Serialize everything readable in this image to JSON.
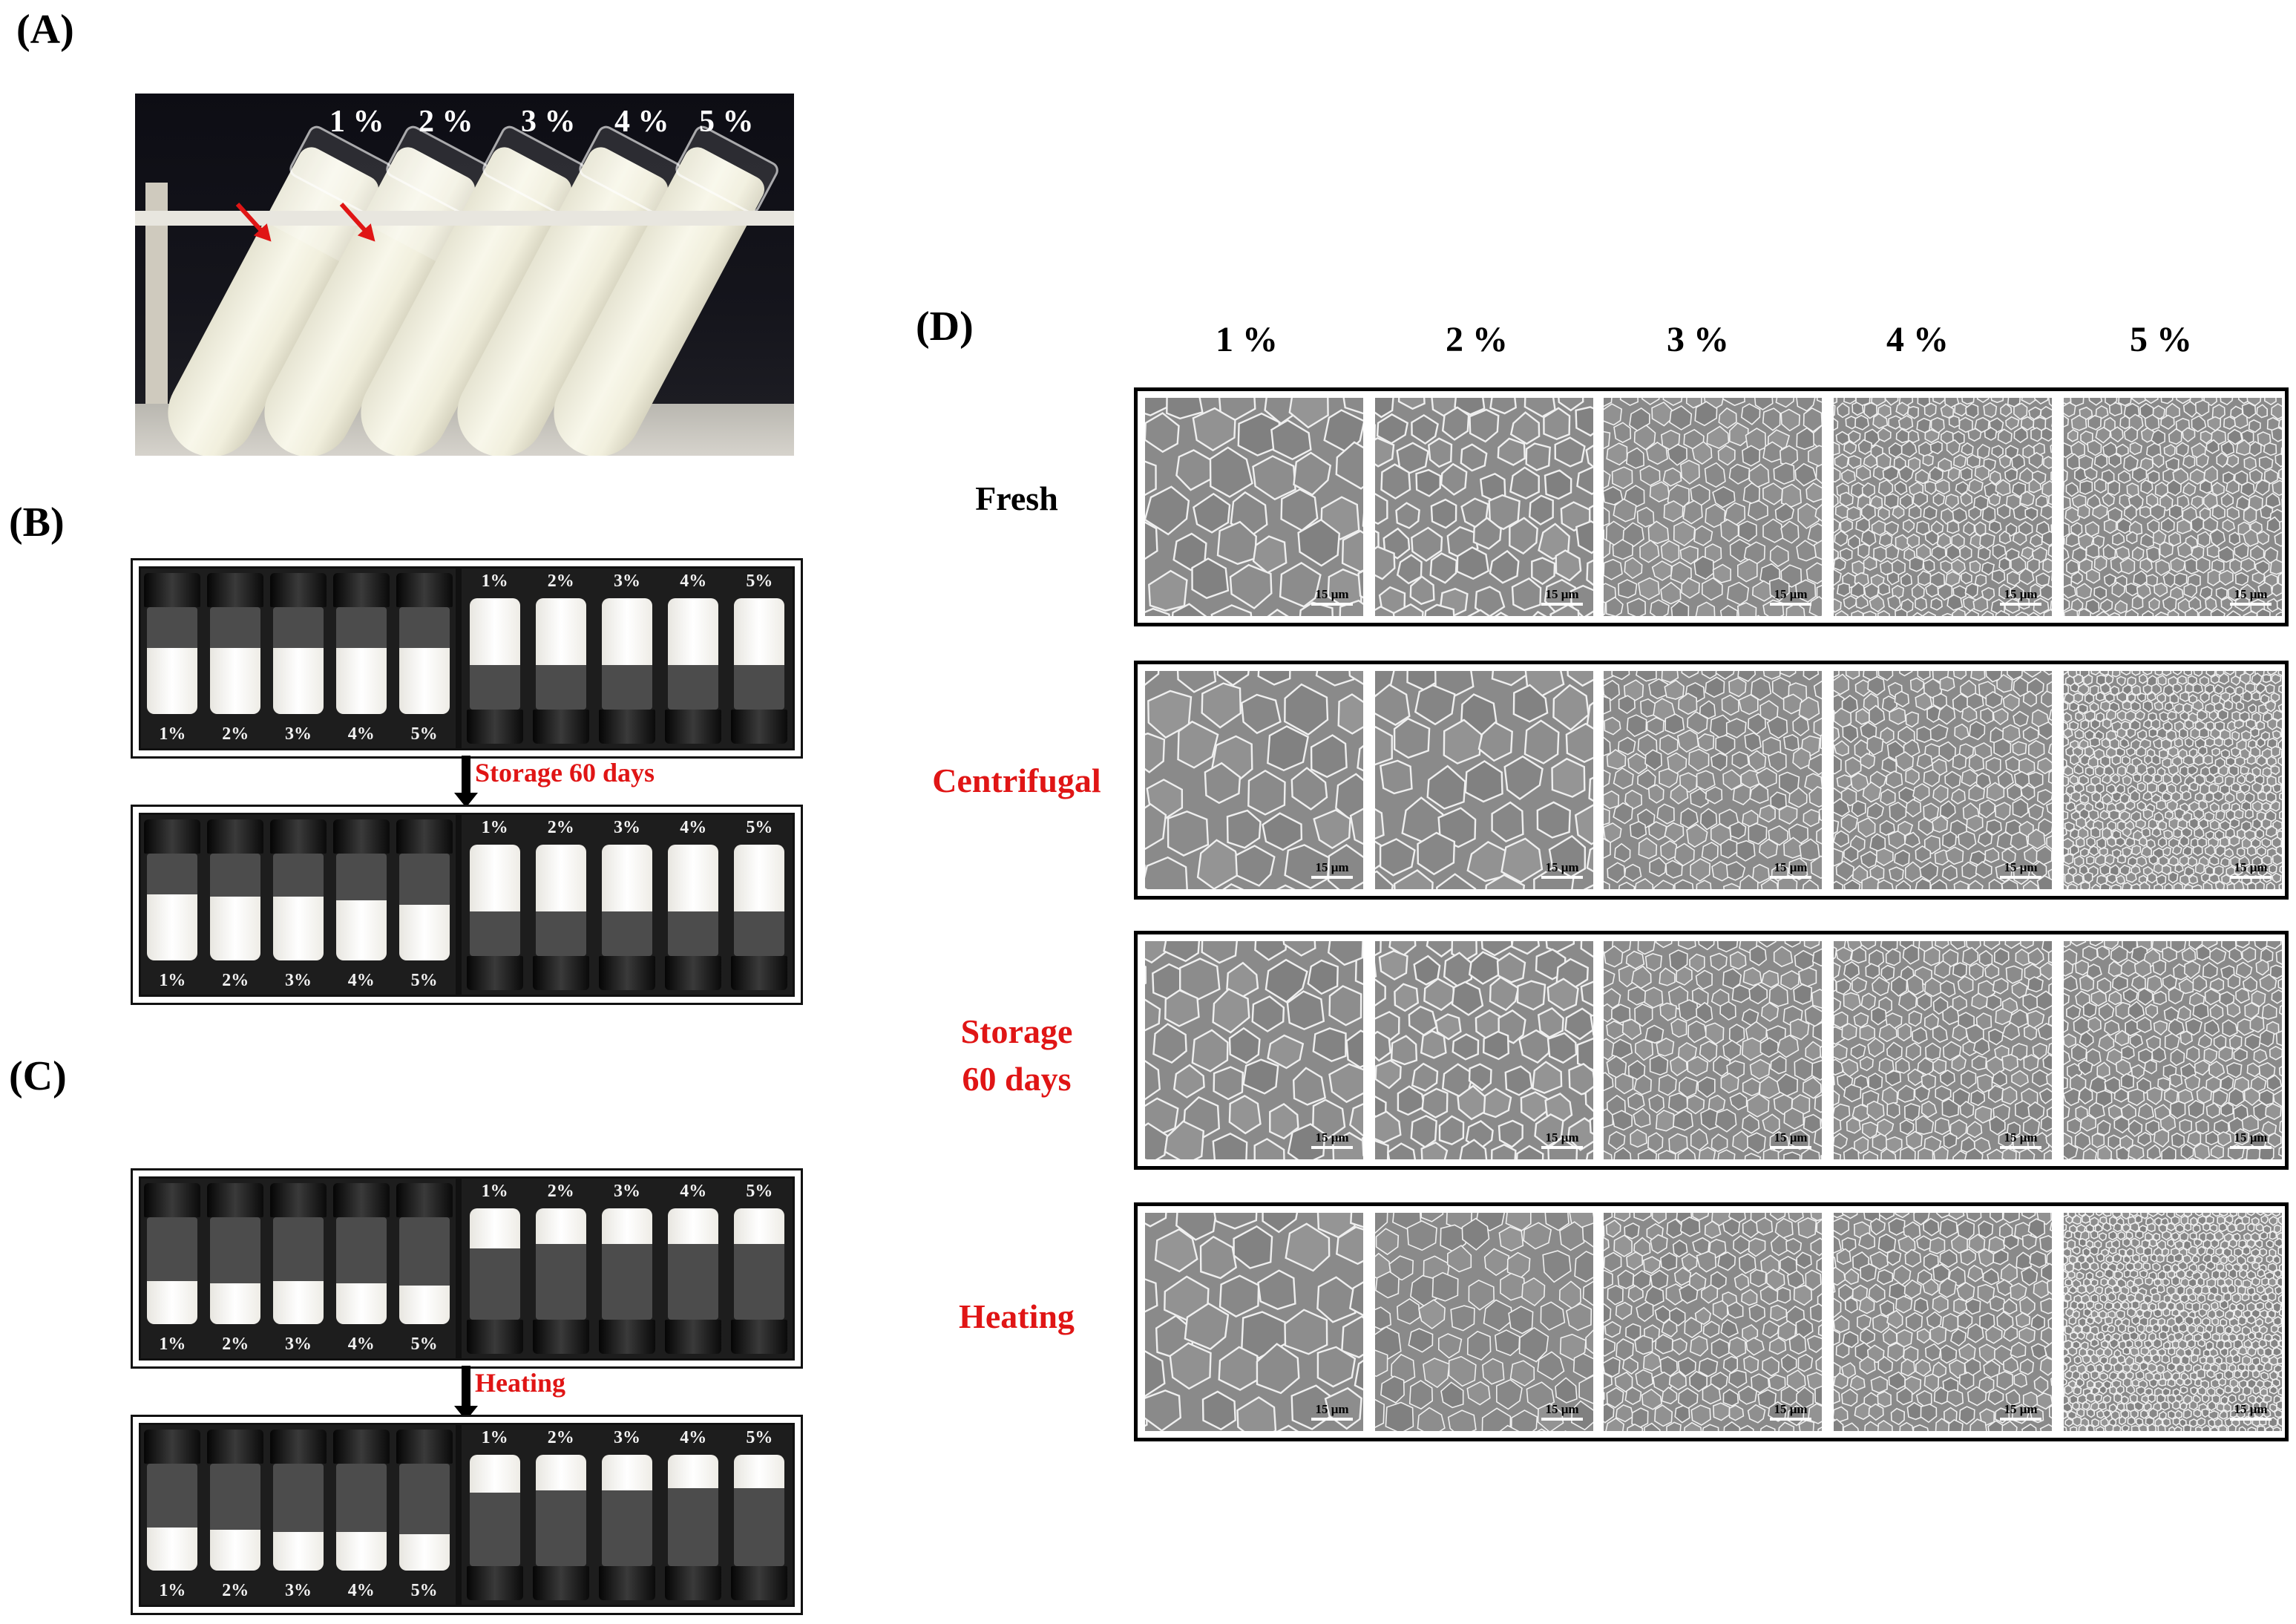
{
  "panels": {
    "a": {
      "letter": "(A)",
      "concentrations": [
        "1 %",
        "2 %",
        "3 %",
        "4 %",
        "5 %"
      ]
    },
    "b": {
      "letter": "(B)",
      "arrow_caption": "Storage 60 days",
      "vial_labels": [
        "1%",
        "2%",
        "3%",
        "4%",
        "5%"
      ]
    },
    "c": {
      "letter": "(C)",
      "arrow_caption": "Heating",
      "vial_labels": [
        "1%",
        "2%",
        "3%",
        "4%",
        "5%"
      ]
    },
    "d": {
      "letter": "(D)",
      "columns": [
        "1 %",
        "2 %",
        "3 %",
        "4 %",
        "5 %"
      ],
      "rows": [
        {
          "label": "Fresh",
          "color": "#000000"
        },
        {
          "label": "Centrifugal",
          "color": "#e01515"
        },
        {
          "label": "Storage\n60 days",
          "label_line1": "Storage",
          "label_line2": "60 days",
          "color": "#e01515"
        },
        {
          "label": "Heating",
          "color": "#e01515"
        }
      ],
      "scale_bar": "15 μm"
    }
  },
  "colors": {
    "accent_red": "#e01515",
    "photo_dark": "#1d1d1d"
  }
}
